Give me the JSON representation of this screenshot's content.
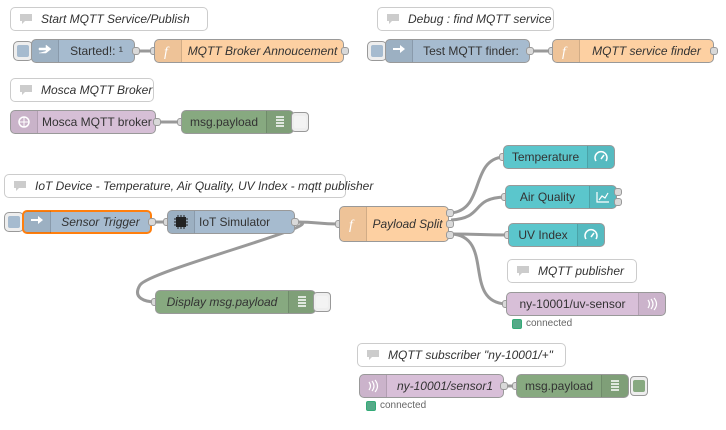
{
  "comments": {
    "start_mqtt": "Start MQTT Service/Publish",
    "debug_find": "Debug : find MQTT service",
    "mosca": "Mosca MQTT Broker",
    "iot_device": "IoT Device - Temperature, Air Quality, UV Index - mqtt publisher",
    "mqtt_publisher": "MQTT publisher",
    "mqtt_subscriber": "MQTT subscriber \"ny-10001/+\""
  },
  "nodes": {
    "started": "Started!: ¹",
    "broker_announcement": "MQTT Broker Annoucement",
    "test_finder": "Test MQTT finder:",
    "service_finder": "MQTT service finder",
    "mosca_broker": "Mosca MQTT broker",
    "msg_payload_1": "msg.payload",
    "sensor_trigger": "Sensor Trigger",
    "iot_simulator": "IoT Simulator",
    "payload_split": "Payload Split",
    "display_payload": "Display msg.payload",
    "temperature": "Temperature",
    "air_quality": "Air Quality",
    "uv_index": "UV Index",
    "mqtt_out": "ny-10001/uv-sensor",
    "mqtt_in": "ny-10001/sensor1",
    "msg_payload_2": "msg.payload"
  },
  "status": {
    "out_connected": "connected",
    "in_connected": "connected"
  },
  "colors": {
    "inject": "#a6bbcf",
    "function": "#fdd0a2",
    "debug": "#87a980",
    "mqtt": "#d8bfd8",
    "dashboard": "#3fadb5",
    "selected": "#ff7f0e",
    "status_connected": "#55aa88"
  }
}
